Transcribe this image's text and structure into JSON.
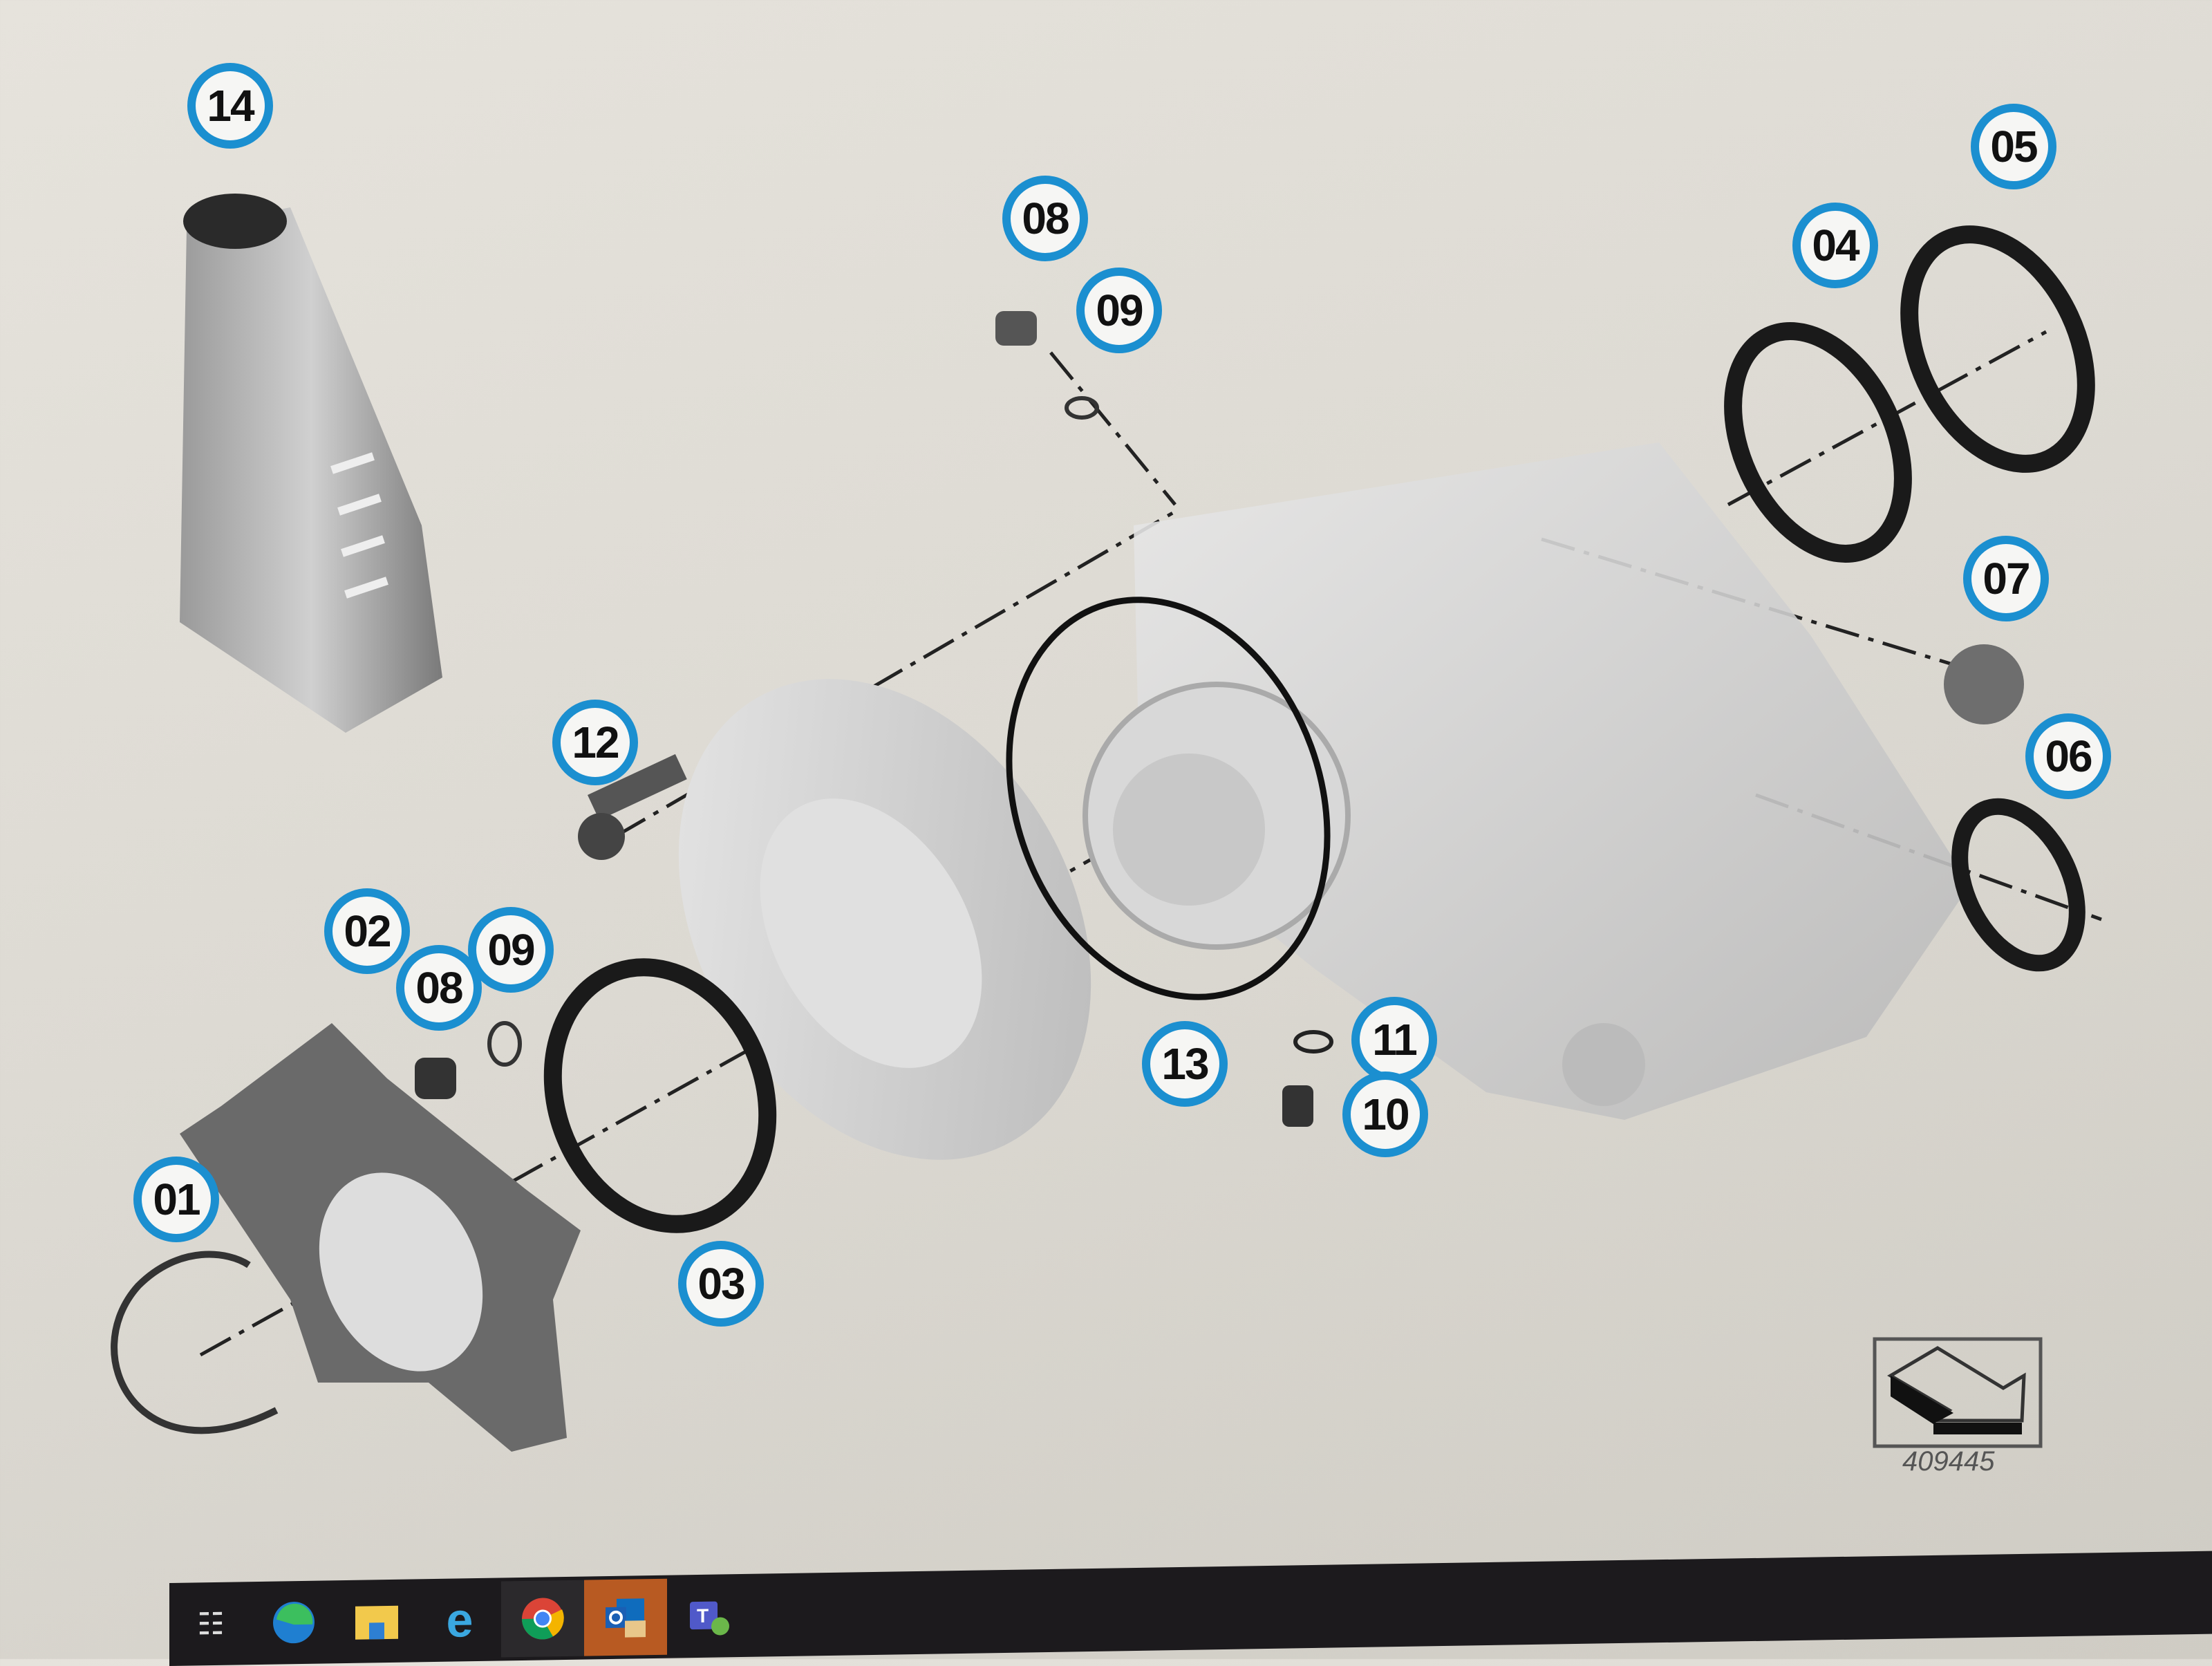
{
  "diagram": {
    "id_label": "409445",
    "callouts": [
      {
        "num": "14"
      },
      {
        "num": "08"
      },
      {
        "num": "09"
      },
      {
        "num": "05"
      },
      {
        "num": "04"
      },
      {
        "num": "07"
      },
      {
        "num": "06"
      },
      {
        "num": "12"
      },
      {
        "num": "02"
      },
      {
        "num": "09"
      },
      {
        "num": "08"
      },
      {
        "num": "13"
      },
      {
        "num": "11"
      },
      {
        "num": "10"
      },
      {
        "num": "01"
      },
      {
        "num": "03"
      }
    ],
    "colors": {
      "callout_ring": "#1b8fd0",
      "part_gray": "#bdbdbd",
      "seal_black": "#1a1a1a"
    }
  },
  "taskbar": {
    "items": [
      {
        "name": "task-view",
        "icon": "task-view-icon"
      },
      {
        "name": "edge",
        "icon": "edge-icon"
      },
      {
        "name": "file-explorer",
        "icon": "folder-icon"
      },
      {
        "name": "internet-explorer",
        "icon": "ie-icon"
      },
      {
        "name": "chrome",
        "icon": "chrome-icon"
      },
      {
        "name": "outlook",
        "icon": "outlook-icon"
      },
      {
        "name": "teams",
        "icon": "teams-icon"
      }
    ]
  }
}
